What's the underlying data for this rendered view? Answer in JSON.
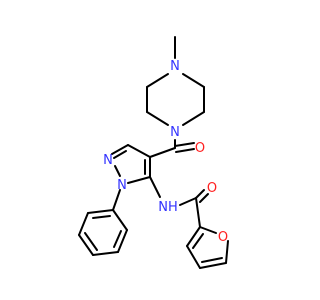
{
  "molecule": {
    "colors": {
      "bond": "#000000",
      "nitrogen": "#3333ff",
      "oxygen": "#ff2020",
      "background": "#ffffff"
    },
    "atom_labels": {
      "methyl_n": "N",
      "amide_n": "N",
      "carbonyl_o": "O",
      "pyrazole_n2": "N",
      "pyrazole_n1": "N",
      "nh": "NH",
      "furamide_o": "O",
      "furan_o": "O"
    }
  }
}
